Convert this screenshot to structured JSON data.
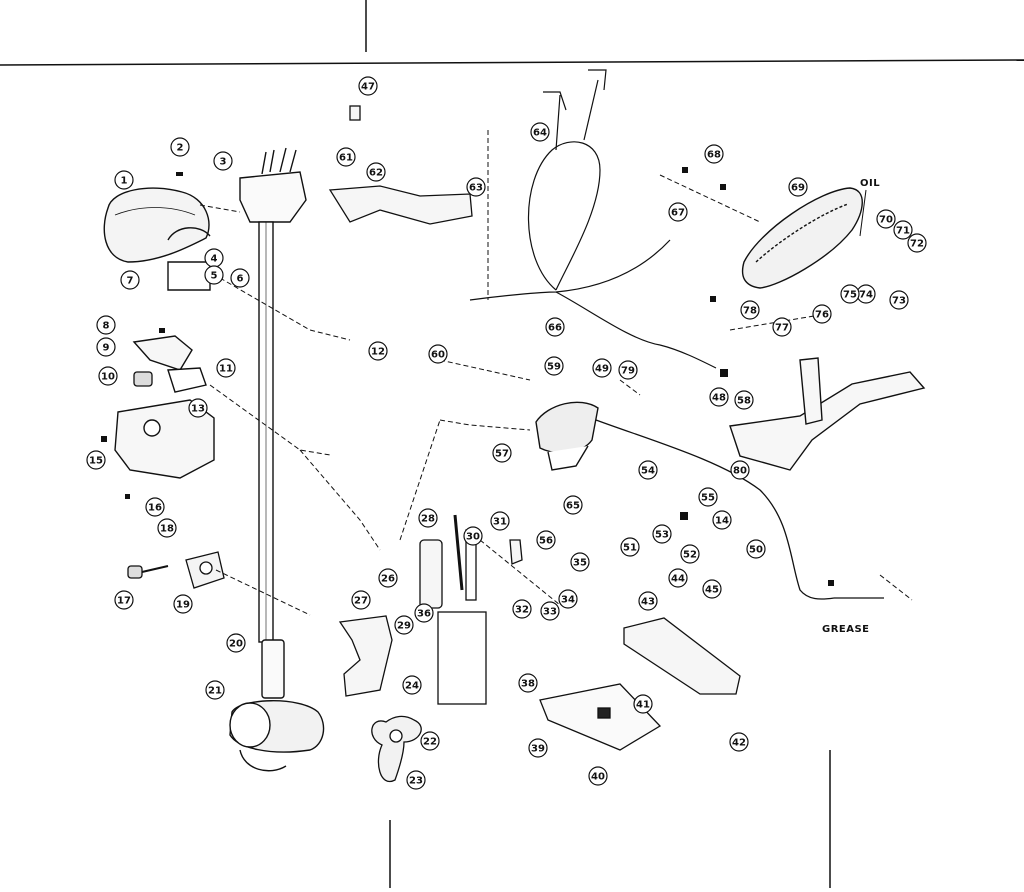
{
  "labels": {
    "oil": "OIL",
    "grease": "GREASE"
  },
  "callouts": [
    "1",
    "2",
    "3",
    "4",
    "5",
    "6",
    "7",
    "8",
    "9",
    "10",
    "11",
    "12",
    "13",
    "14",
    "15",
    "16",
    "17",
    "18",
    "19",
    "20",
    "21",
    "22",
    "23",
    "24",
    "26",
    "27",
    "28",
    "29",
    "30",
    "31",
    "32",
    "33",
    "34",
    "35",
    "36",
    "38",
    "39",
    "40",
    "41",
    "42",
    "43",
    "44",
    "45",
    "47",
    "48",
    "49",
    "50",
    "51",
    "52",
    "53",
    "54",
    "55",
    "56",
    "57",
    "58",
    "59",
    "60",
    "61",
    "62",
    "63",
    "64",
    "65",
    "66",
    "67",
    "68",
    "69",
    "70",
    "71",
    "72",
    "73",
    "74",
    "75",
    "76",
    "77",
    "78",
    "79",
    "80"
  ],
  "colors": {
    "ink": "#111111",
    "paper": "#ffffff"
  }
}
